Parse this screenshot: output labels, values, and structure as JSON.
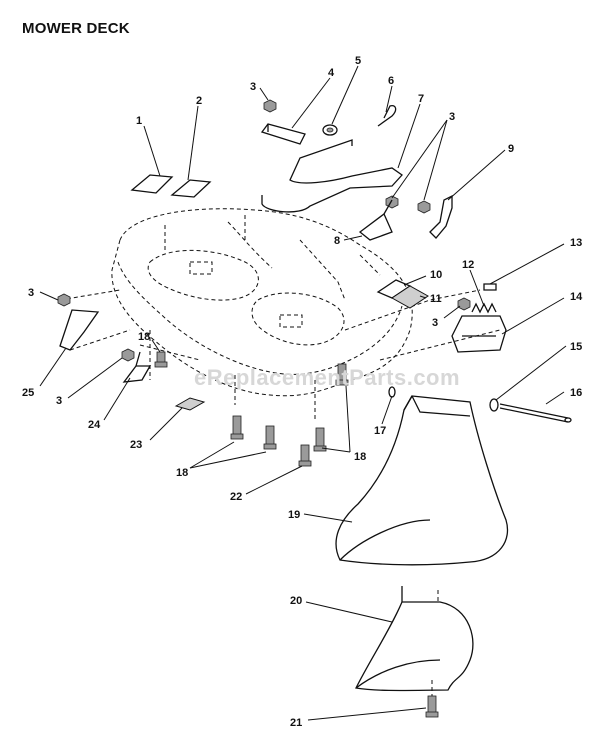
{
  "title": "MOWER DECK",
  "watermark": "eReplacementParts.com",
  "callouts": [
    "1",
    "2",
    "3",
    "4",
    "5",
    "6",
    "7",
    "8",
    "9",
    "11",
    "12",
    "13",
    "14",
    "15",
    "16",
    "17",
    "18",
    "19",
    "20",
    "21",
    "22",
    "23",
    "24",
    "25",
    "10"
  ]
}
